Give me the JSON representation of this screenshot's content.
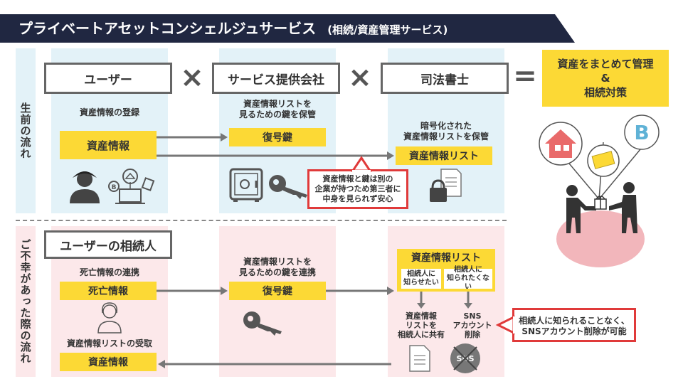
{
  "header": {
    "title": "プライベートアセットコンシェルジュサービス",
    "subtitle": "(相続/資産管理サービス)"
  },
  "rows": {
    "before": "生前の流れ",
    "after": "ご不幸があった際の流れ"
  },
  "entities": {
    "user": "ユーザー",
    "service": "サービス提供会社",
    "scrivener": "司法書士",
    "heir": "ユーザーの相続人"
  },
  "operators": {
    "times1": "×",
    "times2": "×",
    "equals": "="
  },
  "result": {
    "line1": "資産をまとめて管理",
    "line2": "&",
    "line3": "相続対策"
  },
  "top": {
    "register_caption": "資産情報の登録",
    "asset_info": "資産情報",
    "key_caption_1": "資産情報リストを",
    "key_caption_2": "見るための鍵を保管",
    "decrypt_key": "復号鍵",
    "encrypted_caption_1": "暗号化された",
    "encrypted_caption_2": "資産情報リストを保管",
    "asset_list": "資産情報リスト",
    "callout_1": "資産情報と鍵は別の",
    "callout_2": "企業が持つため第三者に",
    "callout_3": "中身を見られず安心"
  },
  "bottom": {
    "death_caption": "死亡情報の連携",
    "death_info": "死亡情報",
    "key_caption_1": "資産情報リストを",
    "key_caption_2": "見るための鍵を連携",
    "decrypt_key": "復号鍵",
    "asset_list": "資産情報リスト",
    "opt_share_1": "相続人に",
    "opt_share_2": "知らせたい",
    "opt_hide_1": "相続人に",
    "opt_hide_2": "知られたくない",
    "share_1": "資産情報",
    "share_2": "リストを",
    "share_3": "相続人に共有",
    "sns_1": "SNS",
    "sns_2": "アカウント",
    "sns_3": "削除",
    "receive_caption": "資産情報リストの受取",
    "asset_info": "資産情報",
    "sns_icon_label": "SNS",
    "callout_1": "相続人に知られることなく、",
    "callout_2": "SNSアカウント削除が可能"
  },
  "colors": {
    "navy": "#202741",
    "yellow": "#fcd935",
    "red": "#e03a3a",
    "blue_panel": "#e3f2f8",
    "pink_panel": "#fce8ea",
    "house": "#e96a6a",
    "bitcoin": "#5fb2d6"
  }
}
